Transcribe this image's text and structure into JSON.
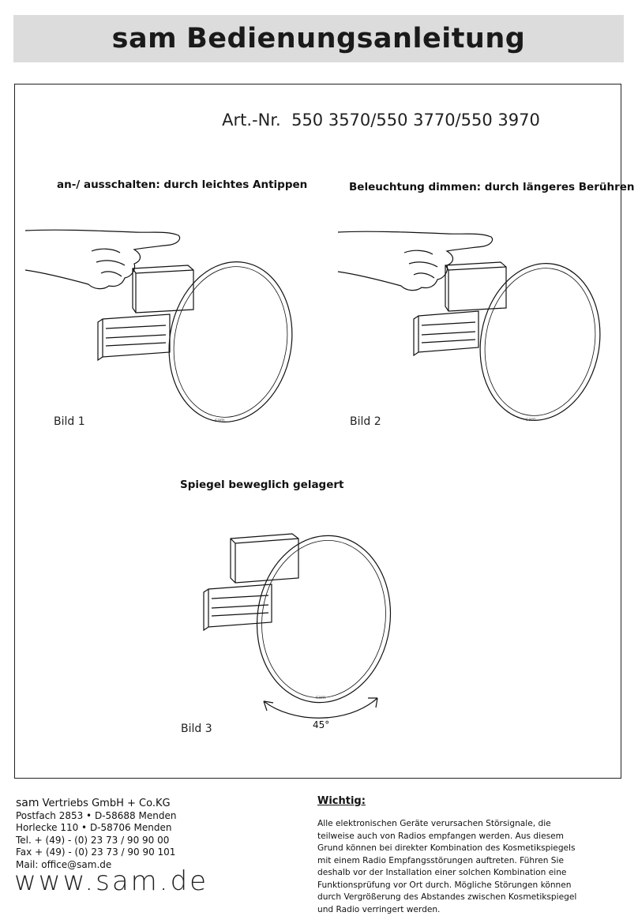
{
  "header": {
    "brand": "sam",
    "title": "Bedienungsanleitung"
  },
  "article": {
    "label": "Art.-Nr.",
    "numbers": "550 3570/550 3770/550 3970"
  },
  "figures": {
    "fig1": {
      "caption": "an-/ ausschalten: durch leichtes Antippen",
      "label": "Bild 1",
      "logo": "sam"
    },
    "fig2": {
      "caption": "Beleuchtung dimmen: durch längeres Berühren",
      "label": "Bild 2",
      "logo": "sam"
    },
    "fig3": {
      "caption": "Spiegel beweglich gelagert",
      "label": "Bild 3",
      "logo": "sam",
      "angle": "45°"
    }
  },
  "company": {
    "brand": "sam",
    "name": "Vertriebs GmbH + Co.KG",
    "lines": [
      "Postfach 2853 • D-58688 Menden",
      "Horlecke 110  • D-58706 Menden",
      "Tel. + (49) - (0) 23 73 / 90 90 00",
      "Fax + (49) - (0) 23 73 / 90 90 101",
      "Mail: office@sam.de"
    ],
    "url": "www.sam.de"
  },
  "notice": {
    "title": "Wichtig:",
    "text": "Alle elektronischen Geräte verursachen Störsignale, die teilweise auch von Radios empfangen werden. Aus diesem Grund können bei direkter Kombination des Kosmetikspiegels mit einem Radio Empfangsstörungen auftreten. Führen Sie deshalb vor der Installation einer solchen Kombination eine Funktionsprüfung vor Ort durch. Mögliche Störungen können durch Vergrößerung des Abstandes zwischen Kosmetikspiegel und Radio verringert werden."
  }
}
